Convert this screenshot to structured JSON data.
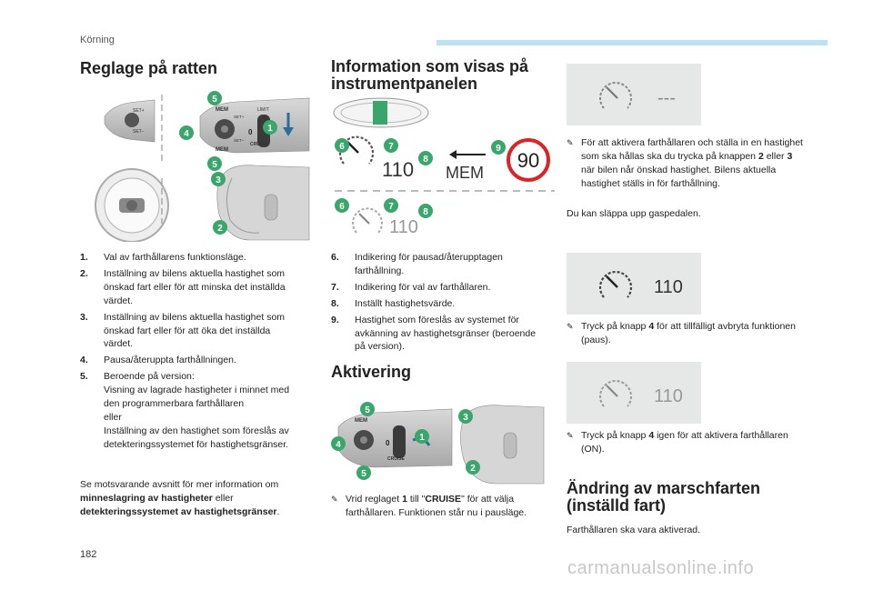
{
  "header": {
    "section": "Körning"
  },
  "page_number": "182",
  "watermark": "carmanualsonline.info",
  "col1": {
    "heading": "Reglage på ratten",
    "items": [
      {
        "n": "1.",
        "text": "Val av farthållarens funktionsläge."
      },
      {
        "n": "2.",
        "text": "Inställning av bilens aktuella hastighet som önskad fart eller för att minska det inställda värdet."
      },
      {
        "n": "3.",
        "text": "Inställning av bilens aktuella hastighet som önskad fart eller för att öka det inställda värdet."
      },
      {
        "n": "4.",
        "text": "Pausa/återuppta farthållningen."
      },
      {
        "n": "5.",
        "text": "Beroende på version:\nVisning av lagrade hastigheter i minnet med den programmerbara farthållaren\neller\nInställning av den hastighet som föreslås av detekteringssystemet för hastighetsgränser."
      }
    ],
    "ref_prefix": "Se motsvarande avsnitt för mer information om ",
    "ref_bold1": "minneslagring av hastigheter",
    "ref_mid": " eller ",
    "ref_bold2": "detekteringssystemet av hastighetsgränser",
    "ref_end": "."
  },
  "col2": {
    "heading": "Information som visas på instrumentpanelen",
    "display": {
      "speed": "110",
      "mem": "MEM",
      "limit": "90",
      "speed_dim": "110"
    },
    "items": [
      {
        "n": "6.",
        "text": "Indikering för pausad/återupptagen farthållning."
      },
      {
        "n": "7.",
        "text": "Indikering för val av farthållaren."
      },
      {
        "n": "8.",
        "text": "Inställt hastighetsvärde."
      },
      {
        "n": "9.",
        "text": "Hastighet som föreslås av systemet för avkänning av hastighetsgränser (beroende på version)."
      }
    ],
    "aktivering_heading": "Aktivering",
    "aktivering_pre": "Vrid reglaget ",
    "aktivering_b1": "1",
    "aktivering_mid": " till \"",
    "aktivering_b2": "CRUISE",
    "aktivering_post": "\" för att välja farthållaren. Funktionen står nu i pausläge."
  },
  "col3": {
    "box1_dash": "---",
    "b1_pre": "För att aktivera farthållaren och ställa in en hastighet som ska hållas ska du trycka på knappen ",
    "b1_k2": "2",
    "b1_mid": " eller ",
    "b1_k3": "3",
    "b1_post": " när bilen når önskad hastighet. Bilens aktuella hastighet ställs in för farthållning.",
    "gas_text": "Du kan släppa upp gaspedalen.",
    "box2_speed": "110",
    "b2_pre": "Tryck på knapp ",
    "b2_k": "4",
    "b2_post": " för att tillfälligt avbryta funktionen (paus).",
    "box3_speed": "110",
    "b3_pre": "Tryck på knapp ",
    "b3_k": "4",
    "b3_post": " igen för att aktivera farthållaren (ON).",
    "andring_heading": "Ändring av marschfarten (inställd fart)",
    "andring_text": "Farthållaren ska vara aktiverad."
  },
  "stalk_labels": {
    "mem": "MEM",
    "cruise": "CRUISE",
    "lim": "LIMIT",
    "zero": "0",
    "set_plus": "SET+",
    "set_minus": "SET−"
  },
  "callouts": {
    "c1": "1",
    "c2": "2",
    "c3": "3",
    "c4": "4",
    "c5": "5",
    "c6": "6",
    "c7": "7",
    "c8": "8",
    "c9": "9"
  },
  "colors": {
    "callout": "#3aa66b",
    "accent_bar": "#bfe0f2",
    "panel_gray": "#e6e8e8",
    "limit_ring": "#d9252a"
  }
}
